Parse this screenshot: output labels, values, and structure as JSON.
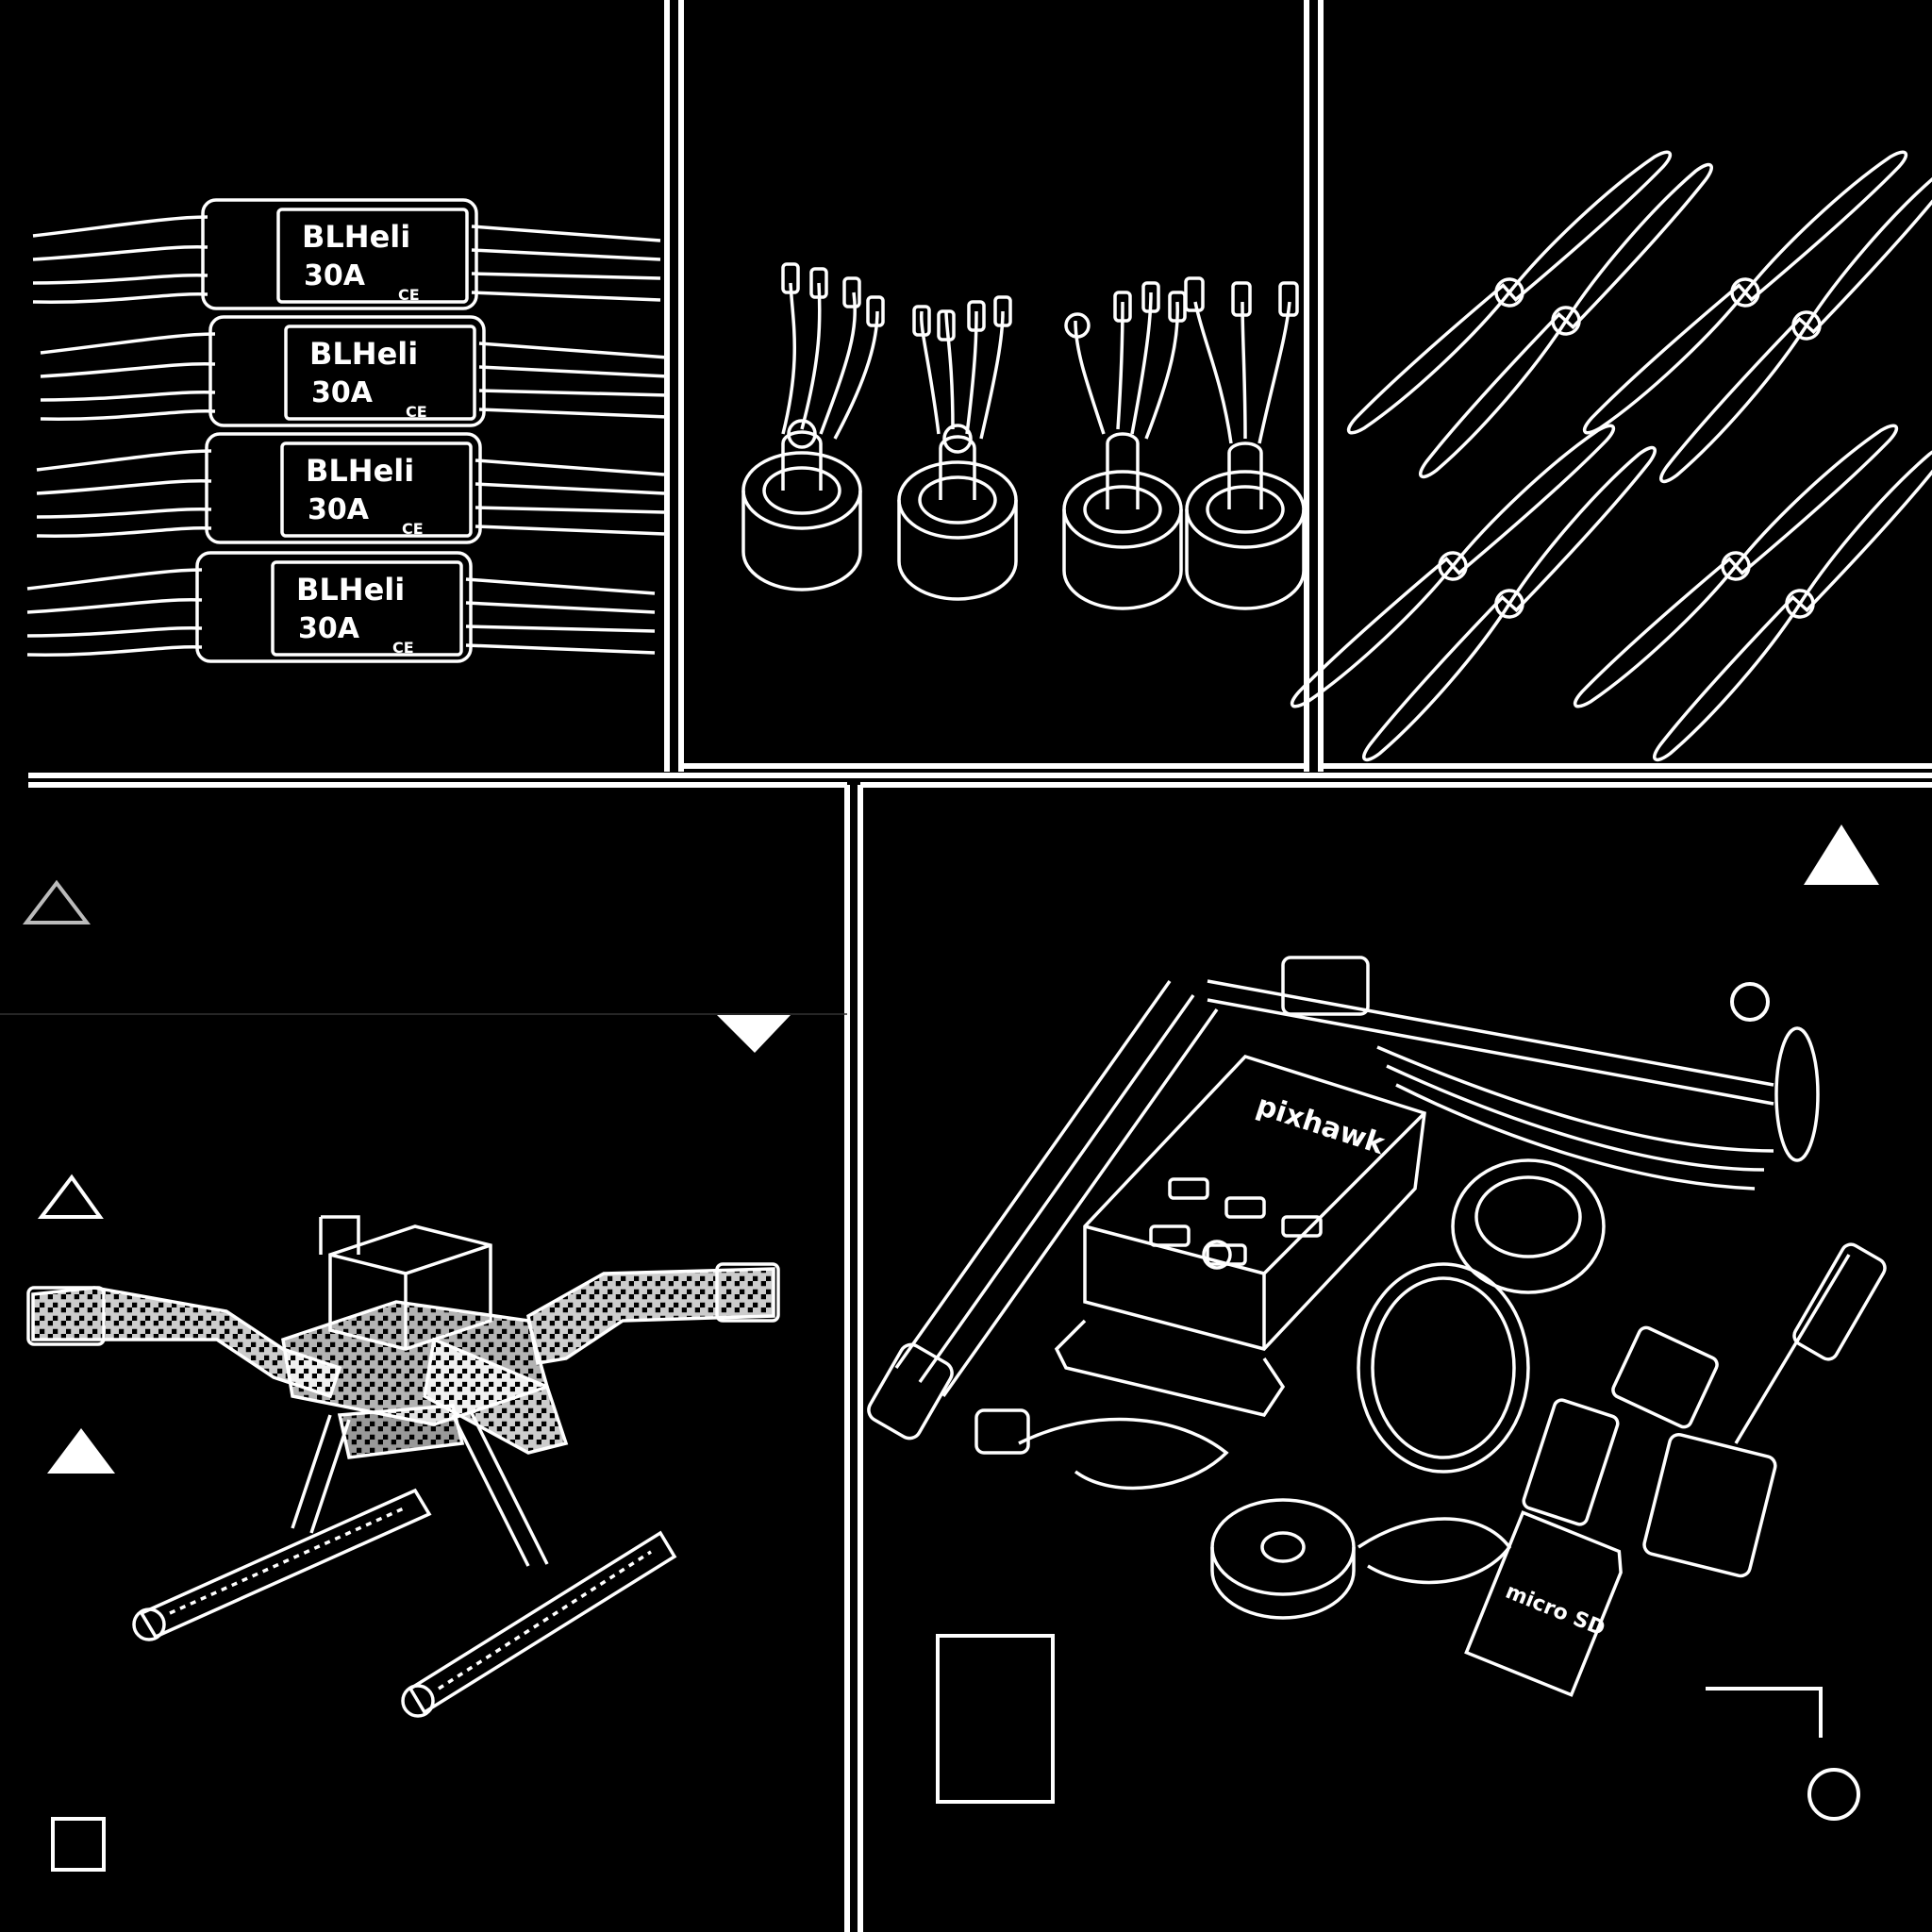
{
  "colors": {
    "background": "#000000",
    "line": "#ffffff"
  },
  "panels": [
    {
      "id": "escs",
      "subject": "esc-stack"
    },
    {
      "id": "motors",
      "subject": "brushless-motors"
    },
    {
      "id": "props",
      "subject": "propellers"
    },
    {
      "id": "frame",
      "subject": "quad-frame"
    },
    {
      "id": "electronics",
      "subject": "flight-controller-kit"
    }
  ],
  "esc": {
    "brand": "BLHeli",
    "rating": "30A",
    "cert": "CE"
  },
  "electronics": {
    "fc_label": "pixhawk",
    "sd_label": "micro SD"
  },
  "decor_icons": [
    "triangle-outline-icon",
    "triangle-down-icon",
    "triangle-outline-icon",
    "triangle-solid-icon",
    "square-outline-icon",
    "triangle-solid-icon",
    "circle-outline-icon",
    "rectangle-outline-icon",
    "corner-bracket-icon",
    "circle-outline-icon"
  ]
}
